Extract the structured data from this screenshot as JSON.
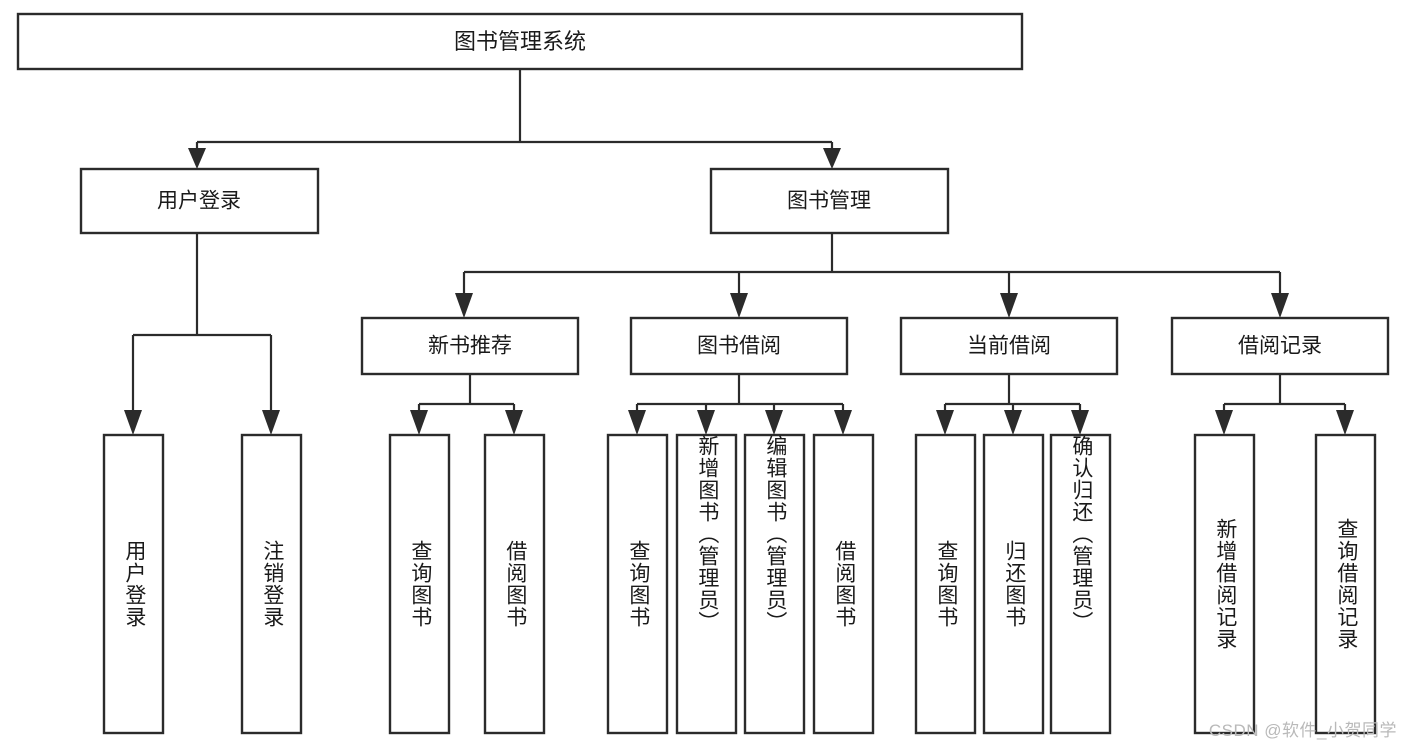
{
  "diagram": {
    "title": "图书管理系统",
    "type": "hierarchy-tree",
    "root": {
      "id": "root",
      "label": "图书管理系统",
      "orientation": "horizontal"
    },
    "level2": [
      {
        "id": "user-login",
        "label": "用户登录"
      },
      {
        "id": "book-management",
        "label": "图书管理"
      }
    ],
    "level3": [
      {
        "id": "new-book-recommend",
        "label": "新书推荐"
      },
      {
        "id": "book-borrow",
        "label": "图书借阅"
      },
      {
        "id": "current-borrow",
        "label": "当前借阅"
      },
      {
        "id": "borrow-record",
        "label": "借阅记录"
      }
    ],
    "leaves": {
      "user_login": [
        {
          "id": "leaf-user-login",
          "label": "用户登录"
        },
        {
          "id": "leaf-logout-login",
          "label": "注销登录"
        }
      ],
      "new_book_recommend": [
        {
          "id": "leaf-query-book-1",
          "label": "查询图书"
        },
        {
          "id": "leaf-borrow-book-1",
          "label": "借阅图书"
        }
      ],
      "book_borrow": [
        {
          "id": "leaf-query-book-2",
          "label": "查询图书"
        },
        {
          "id": "leaf-add-book",
          "label": "新增图书（管理员）"
        },
        {
          "id": "leaf-edit-book",
          "label": "编辑图书（管理员）"
        },
        {
          "id": "leaf-borrow-book-2",
          "label": "借阅图书"
        }
      ],
      "current_borrow": [
        {
          "id": "leaf-query-book-3",
          "label": "查询图书"
        },
        {
          "id": "leaf-return-book",
          "label": "归还图书"
        },
        {
          "id": "leaf-confirm-return",
          "label": "确认归还（管理员）"
        }
      ],
      "borrow_record": [
        {
          "id": "leaf-add-record",
          "label": "新增借阅记录"
        },
        {
          "id": "leaf-query-record",
          "label": "查询借阅记录"
        }
      ]
    },
    "colors": {
      "background": "#ffffff",
      "box_stroke": "#2b2b2b",
      "box_fill": "#ffffff",
      "text": "#1a1a1a",
      "watermark": "#b9b9b9"
    }
  },
  "watermark": {
    "text": "CSDN @软件_小贺同学"
  }
}
